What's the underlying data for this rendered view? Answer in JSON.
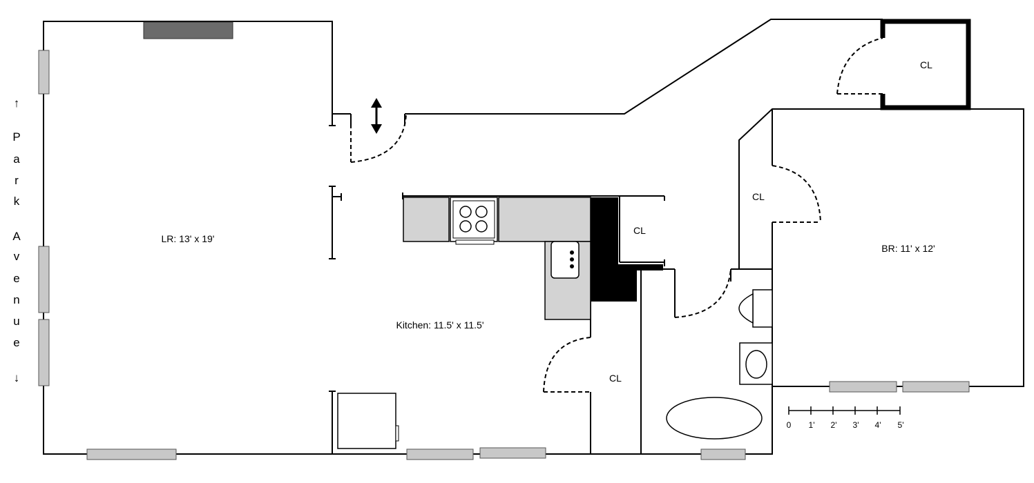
{
  "rooms": {
    "living_room": "LR: 13' x 19'",
    "kitchen": "Kitchen: 11.5' x 11.5'",
    "bedroom": "BR: 11' x 12'"
  },
  "closets": {
    "top_right": "CL",
    "kitchen_side": "CL",
    "hall": "CL",
    "bedroom_left": "CL"
  },
  "street": {
    "arrow_up": "↑",
    "letters": [
      "P",
      "a",
      "r",
      "k",
      "A",
      "v",
      "e",
      "n",
      "u",
      "e"
    ],
    "arrow_down": "↓"
  },
  "scale_bar": {
    "ticks": [
      "0",
      "1'",
      "2'",
      "3'",
      "4'",
      "5'"
    ]
  }
}
